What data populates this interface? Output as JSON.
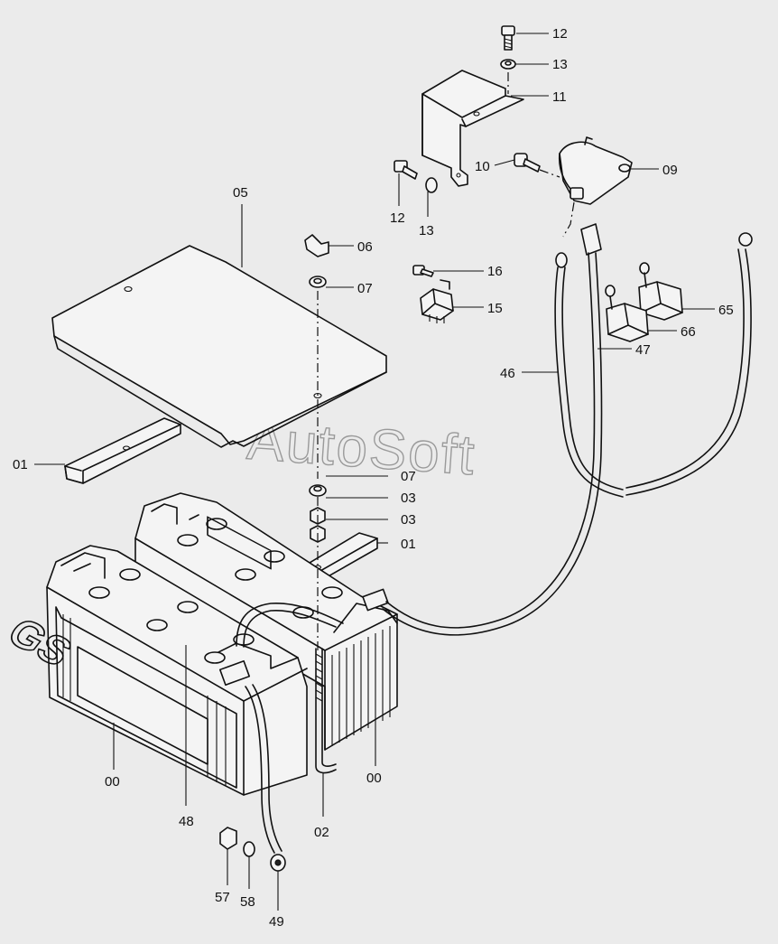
{
  "watermark": "AutoSoft",
  "battery_brand": "GS",
  "labels": {
    "p12a": "12",
    "p13a": "13",
    "p11": "11",
    "p10": "10",
    "p09": "09",
    "p12b": "12",
    "p13b": "13",
    "p05": "05",
    "p06": "06",
    "p07a": "07",
    "p16": "16",
    "p15": "15",
    "p65": "65",
    "p66": "66",
    "p47": "47",
    "p46": "46",
    "p01a": "01",
    "p07b": "07",
    "p03a": "03",
    "p03b": "03",
    "p01b": "01",
    "p00a": "00",
    "p48": "48",
    "p02": "02",
    "p00b": "00",
    "p57": "57",
    "p58": "58",
    "p49": "49"
  }
}
